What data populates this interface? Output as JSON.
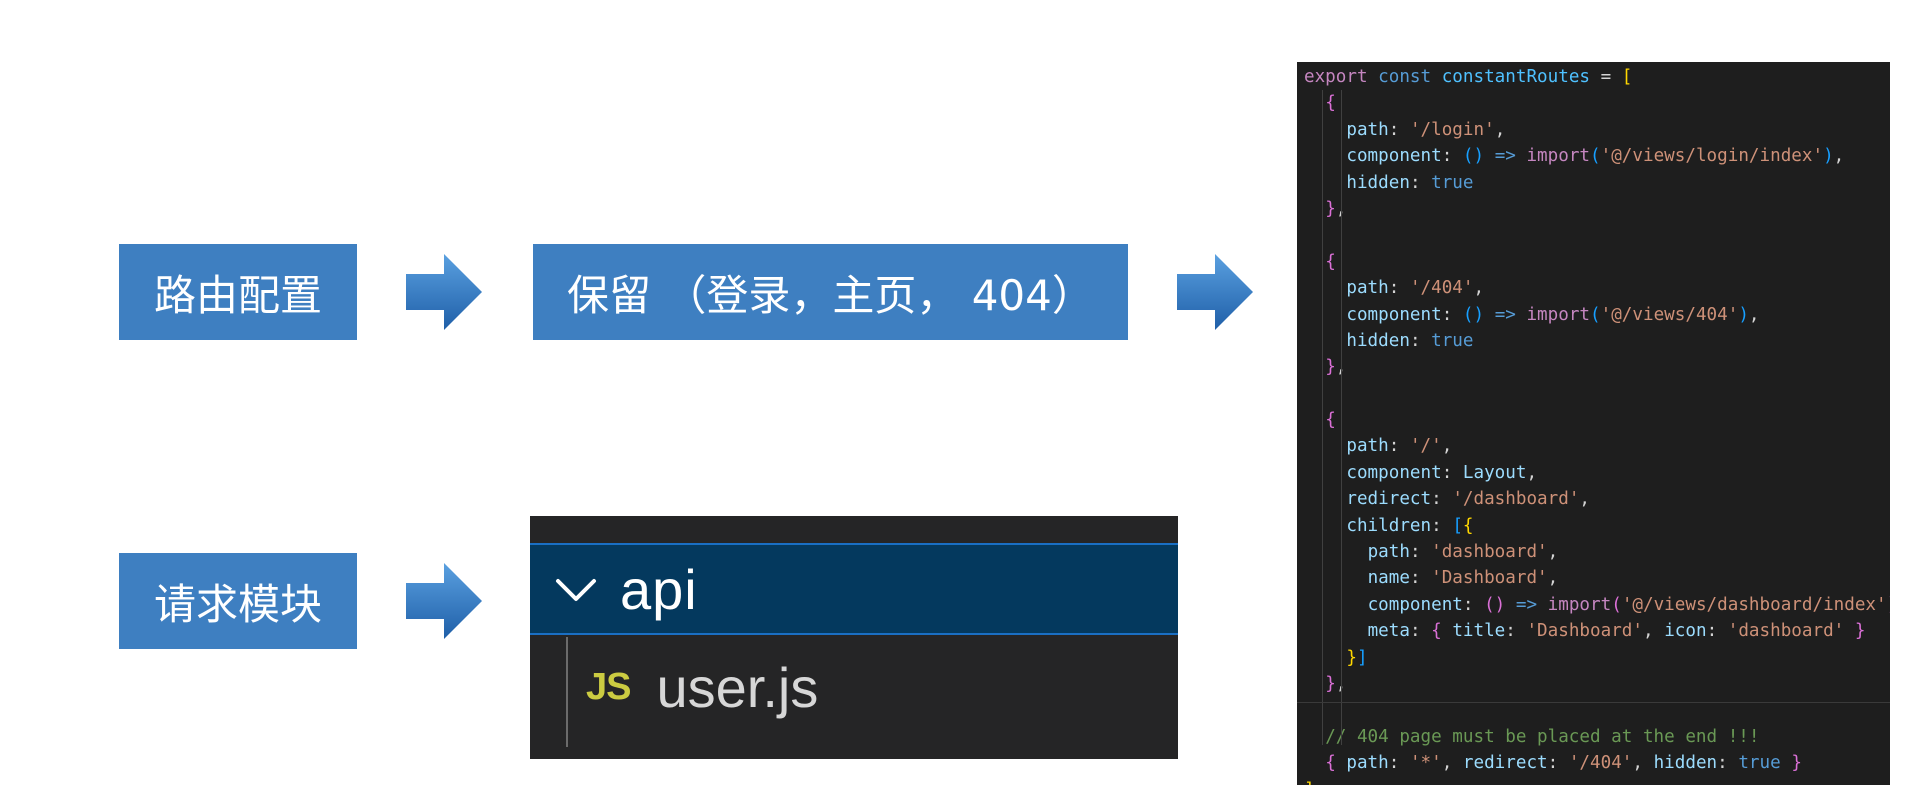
{
  "flow": {
    "routes_label": "路由配置",
    "keep_label": "保留 （登录，主页， 404）",
    "request_label": "请求模块"
  },
  "colors": {
    "box_bg": "#3e7fc1",
    "arrow_fill": "#2f78c4",
    "editor_bg": "#1e1e1e",
    "explorer_bg": "#252526",
    "explorer_selected": "#04395e"
  },
  "explorer": {
    "folder_icon": "chevron-down-icon",
    "folder_name": "api",
    "file_badge": "JS",
    "file_name": "user.js"
  },
  "code": {
    "lines": [
      [
        {
          "t": "export",
          "c": "keyword2"
        },
        {
          "t": " "
        },
        {
          "t": "const",
          "c": "keyword"
        },
        {
          "t": " "
        },
        {
          "t": "constantRoutes",
          "c": "ident"
        },
        {
          "t": " = ",
          "c": "punct"
        },
        {
          "t": "[",
          "c": "b1"
        }
      ],
      [
        {
          "t": "  "
        },
        {
          "t": "{",
          "c": "b2"
        }
      ],
      [
        {
          "t": "    "
        },
        {
          "t": "path",
          "c": "prop"
        },
        {
          "t": ": ",
          "c": "punct"
        },
        {
          "t": "'/login'",
          "c": "str"
        },
        {
          "t": ",",
          "c": "punct"
        }
      ],
      [
        {
          "t": "    "
        },
        {
          "t": "component",
          "c": "prop"
        },
        {
          "t": ": ",
          "c": "punct"
        },
        {
          "t": "()",
          "c": "b3"
        },
        {
          "t": " "
        },
        {
          "t": "=>",
          "c": "arrow"
        },
        {
          "t": " "
        },
        {
          "t": "import",
          "c": "keyword2"
        },
        {
          "t": "(",
          "c": "b3"
        },
        {
          "t": "'@/views/login/index'",
          "c": "str"
        },
        {
          "t": ")",
          "c": "b3"
        },
        {
          "t": ",",
          "c": "punct"
        }
      ],
      [
        {
          "t": "    "
        },
        {
          "t": "hidden",
          "c": "prop"
        },
        {
          "t": ": ",
          "c": "punct"
        },
        {
          "t": "true",
          "c": "bool"
        }
      ],
      [
        {
          "t": "  "
        },
        {
          "t": "}",
          "c": "b2"
        },
        {
          "t": ",",
          "c": "punct"
        }
      ],
      [
        {
          "t": ""
        }
      ],
      [
        {
          "t": "  "
        },
        {
          "t": "{",
          "c": "b2"
        }
      ],
      [
        {
          "t": "    "
        },
        {
          "t": "path",
          "c": "prop"
        },
        {
          "t": ": ",
          "c": "punct"
        },
        {
          "t": "'/404'",
          "c": "str"
        },
        {
          "t": ",",
          "c": "punct"
        }
      ],
      [
        {
          "t": "    "
        },
        {
          "t": "component",
          "c": "prop"
        },
        {
          "t": ": ",
          "c": "punct"
        },
        {
          "t": "()",
          "c": "b3"
        },
        {
          "t": " "
        },
        {
          "t": "=>",
          "c": "arrow"
        },
        {
          "t": " "
        },
        {
          "t": "import",
          "c": "keyword2"
        },
        {
          "t": "(",
          "c": "b3"
        },
        {
          "t": "'@/views/404'",
          "c": "str"
        },
        {
          "t": ")",
          "c": "b3"
        },
        {
          "t": ",",
          "c": "punct"
        }
      ],
      [
        {
          "t": "    "
        },
        {
          "t": "hidden",
          "c": "prop"
        },
        {
          "t": ": ",
          "c": "punct"
        },
        {
          "t": "true",
          "c": "bool"
        }
      ],
      [
        {
          "t": "  "
        },
        {
          "t": "}",
          "c": "b2"
        },
        {
          "t": ",",
          "c": "punct"
        }
      ],
      [
        {
          "t": ""
        }
      ],
      [
        {
          "t": "  "
        },
        {
          "t": "{",
          "c": "b2"
        }
      ],
      [
        {
          "t": "    "
        },
        {
          "t": "path",
          "c": "prop"
        },
        {
          "t": ": ",
          "c": "punct"
        },
        {
          "t": "'/'",
          "c": "str"
        },
        {
          "t": ",",
          "c": "punct"
        }
      ],
      [
        {
          "t": "    "
        },
        {
          "t": "component",
          "c": "prop"
        },
        {
          "t": ": ",
          "c": "punct"
        },
        {
          "t": "Layout",
          "c": "prop"
        },
        {
          "t": ",",
          "c": "punct"
        }
      ],
      [
        {
          "t": "    "
        },
        {
          "t": "redirect",
          "c": "prop"
        },
        {
          "t": ": ",
          "c": "punct"
        },
        {
          "t": "'/dashboard'",
          "c": "str"
        },
        {
          "t": ",",
          "c": "punct"
        }
      ],
      [
        {
          "t": "    "
        },
        {
          "t": "children",
          "c": "prop"
        },
        {
          "t": ": ",
          "c": "punct"
        },
        {
          "t": "[",
          "c": "b3"
        },
        {
          "t": "{",
          "c": "b1"
        }
      ],
      [
        {
          "t": "      "
        },
        {
          "t": "path",
          "c": "prop"
        },
        {
          "t": ": ",
          "c": "punct"
        },
        {
          "t": "'dashboard'",
          "c": "str"
        },
        {
          "t": ",",
          "c": "punct"
        }
      ],
      [
        {
          "t": "      "
        },
        {
          "t": "name",
          "c": "prop"
        },
        {
          "t": ": ",
          "c": "punct"
        },
        {
          "t": "'Dashboard'",
          "c": "str"
        },
        {
          "t": ",",
          "c": "punct"
        }
      ],
      [
        {
          "t": "      "
        },
        {
          "t": "component",
          "c": "prop"
        },
        {
          "t": ": ",
          "c": "punct"
        },
        {
          "t": "()",
          "c": "b2"
        },
        {
          "t": " "
        },
        {
          "t": "=>",
          "c": "arrow"
        },
        {
          "t": " "
        },
        {
          "t": "import",
          "c": "keyword2"
        },
        {
          "t": "(",
          "c": "b2"
        },
        {
          "t": "'@/views/dashboard/index'",
          "c": "str"
        },
        {
          "t": ")",
          "c": "b2"
        },
        {
          "t": ",",
          "c": "punct"
        }
      ],
      [
        {
          "t": "      "
        },
        {
          "t": "meta",
          "c": "prop"
        },
        {
          "t": ": ",
          "c": "punct"
        },
        {
          "t": "{",
          "c": "b2"
        },
        {
          "t": " "
        },
        {
          "t": "title",
          "c": "prop"
        },
        {
          "t": ": ",
          "c": "punct"
        },
        {
          "t": "'Dashboard'",
          "c": "str"
        },
        {
          "t": ", ",
          "c": "punct"
        },
        {
          "t": "icon",
          "c": "prop"
        },
        {
          "t": ": ",
          "c": "punct"
        },
        {
          "t": "'dashboard'",
          "c": "str"
        },
        {
          "t": " "
        },
        {
          "t": "}",
          "c": "b2"
        }
      ],
      [
        {
          "t": "    "
        },
        {
          "t": "}",
          "c": "b1"
        },
        {
          "t": "]",
          "c": "b3"
        }
      ],
      [
        {
          "t": "  "
        },
        {
          "t": "}",
          "c": "b2"
        },
        {
          "t": ",",
          "c": "punct"
        }
      ],
      [
        {
          "t": ""
        }
      ],
      [
        {
          "t": "  "
        },
        {
          "t": "// 404 page must be placed at the end !!!",
          "c": "comment"
        }
      ],
      [
        {
          "t": "  "
        },
        {
          "t": "{",
          "c": "b2"
        },
        {
          "t": " "
        },
        {
          "t": "path",
          "c": "prop"
        },
        {
          "t": ": ",
          "c": "punct"
        },
        {
          "t": "'*'",
          "c": "str"
        },
        {
          "t": ", ",
          "c": "punct"
        },
        {
          "t": "redirect",
          "c": "prop"
        },
        {
          "t": ": ",
          "c": "punct"
        },
        {
          "t": "'/404'",
          "c": "str"
        },
        {
          "t": ", ",
          "c": "punct"
        },
        {
          "t": "hidden",
          "c": "prop"
        },
        {
          "t": ": ",
          "c": "punct"
        },
        {
          "t": "true",
          "c": "bool"
        },
        {
          "t": " "
        },
        {
          "t": "}",
          "c": "b2"
        }
      ],
      [
        {
          "t": "]",
          "c": "b1"
        }
      ]
    ]
  }
}
